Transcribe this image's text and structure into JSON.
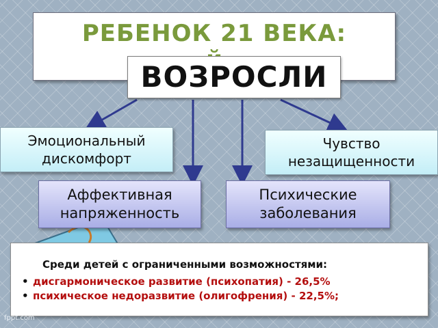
{
  "title": {
    "main": "РЕБЕНОК 21 ВЕКА:",
    "second_line_partial": "й"
  },
  "center_node": {
    "label": "ВОЗРОСЛИ"
  },
  "nodes": {
    "emotional": {
      "label": "Эмоциональный дискомфорт"
    },
    "insecurity": {
      "label": "Чувство незащищенности"
    },
    "affective": {
      "label": "Аффективная напряженность"
    },
    "mental": {
      "label": "Психические заболевания"
    }
  },
  "stats": {
    "heading": "Среди детей с ограниченными возможностями:",
    "items": [
      "дисгармоническое развитие (психопатия)  - 26,5%",
      "психическое недоразвитие (олигофрения) - 22,5%;"
    ]
  },
  "footer": {
    "text": "fppt.com"
  },
  "colors": {
    "title": "#7a9a3c",
    "arrow": "#2f3a8f",
    "stats_text": "#b40f0f"
  }
}
